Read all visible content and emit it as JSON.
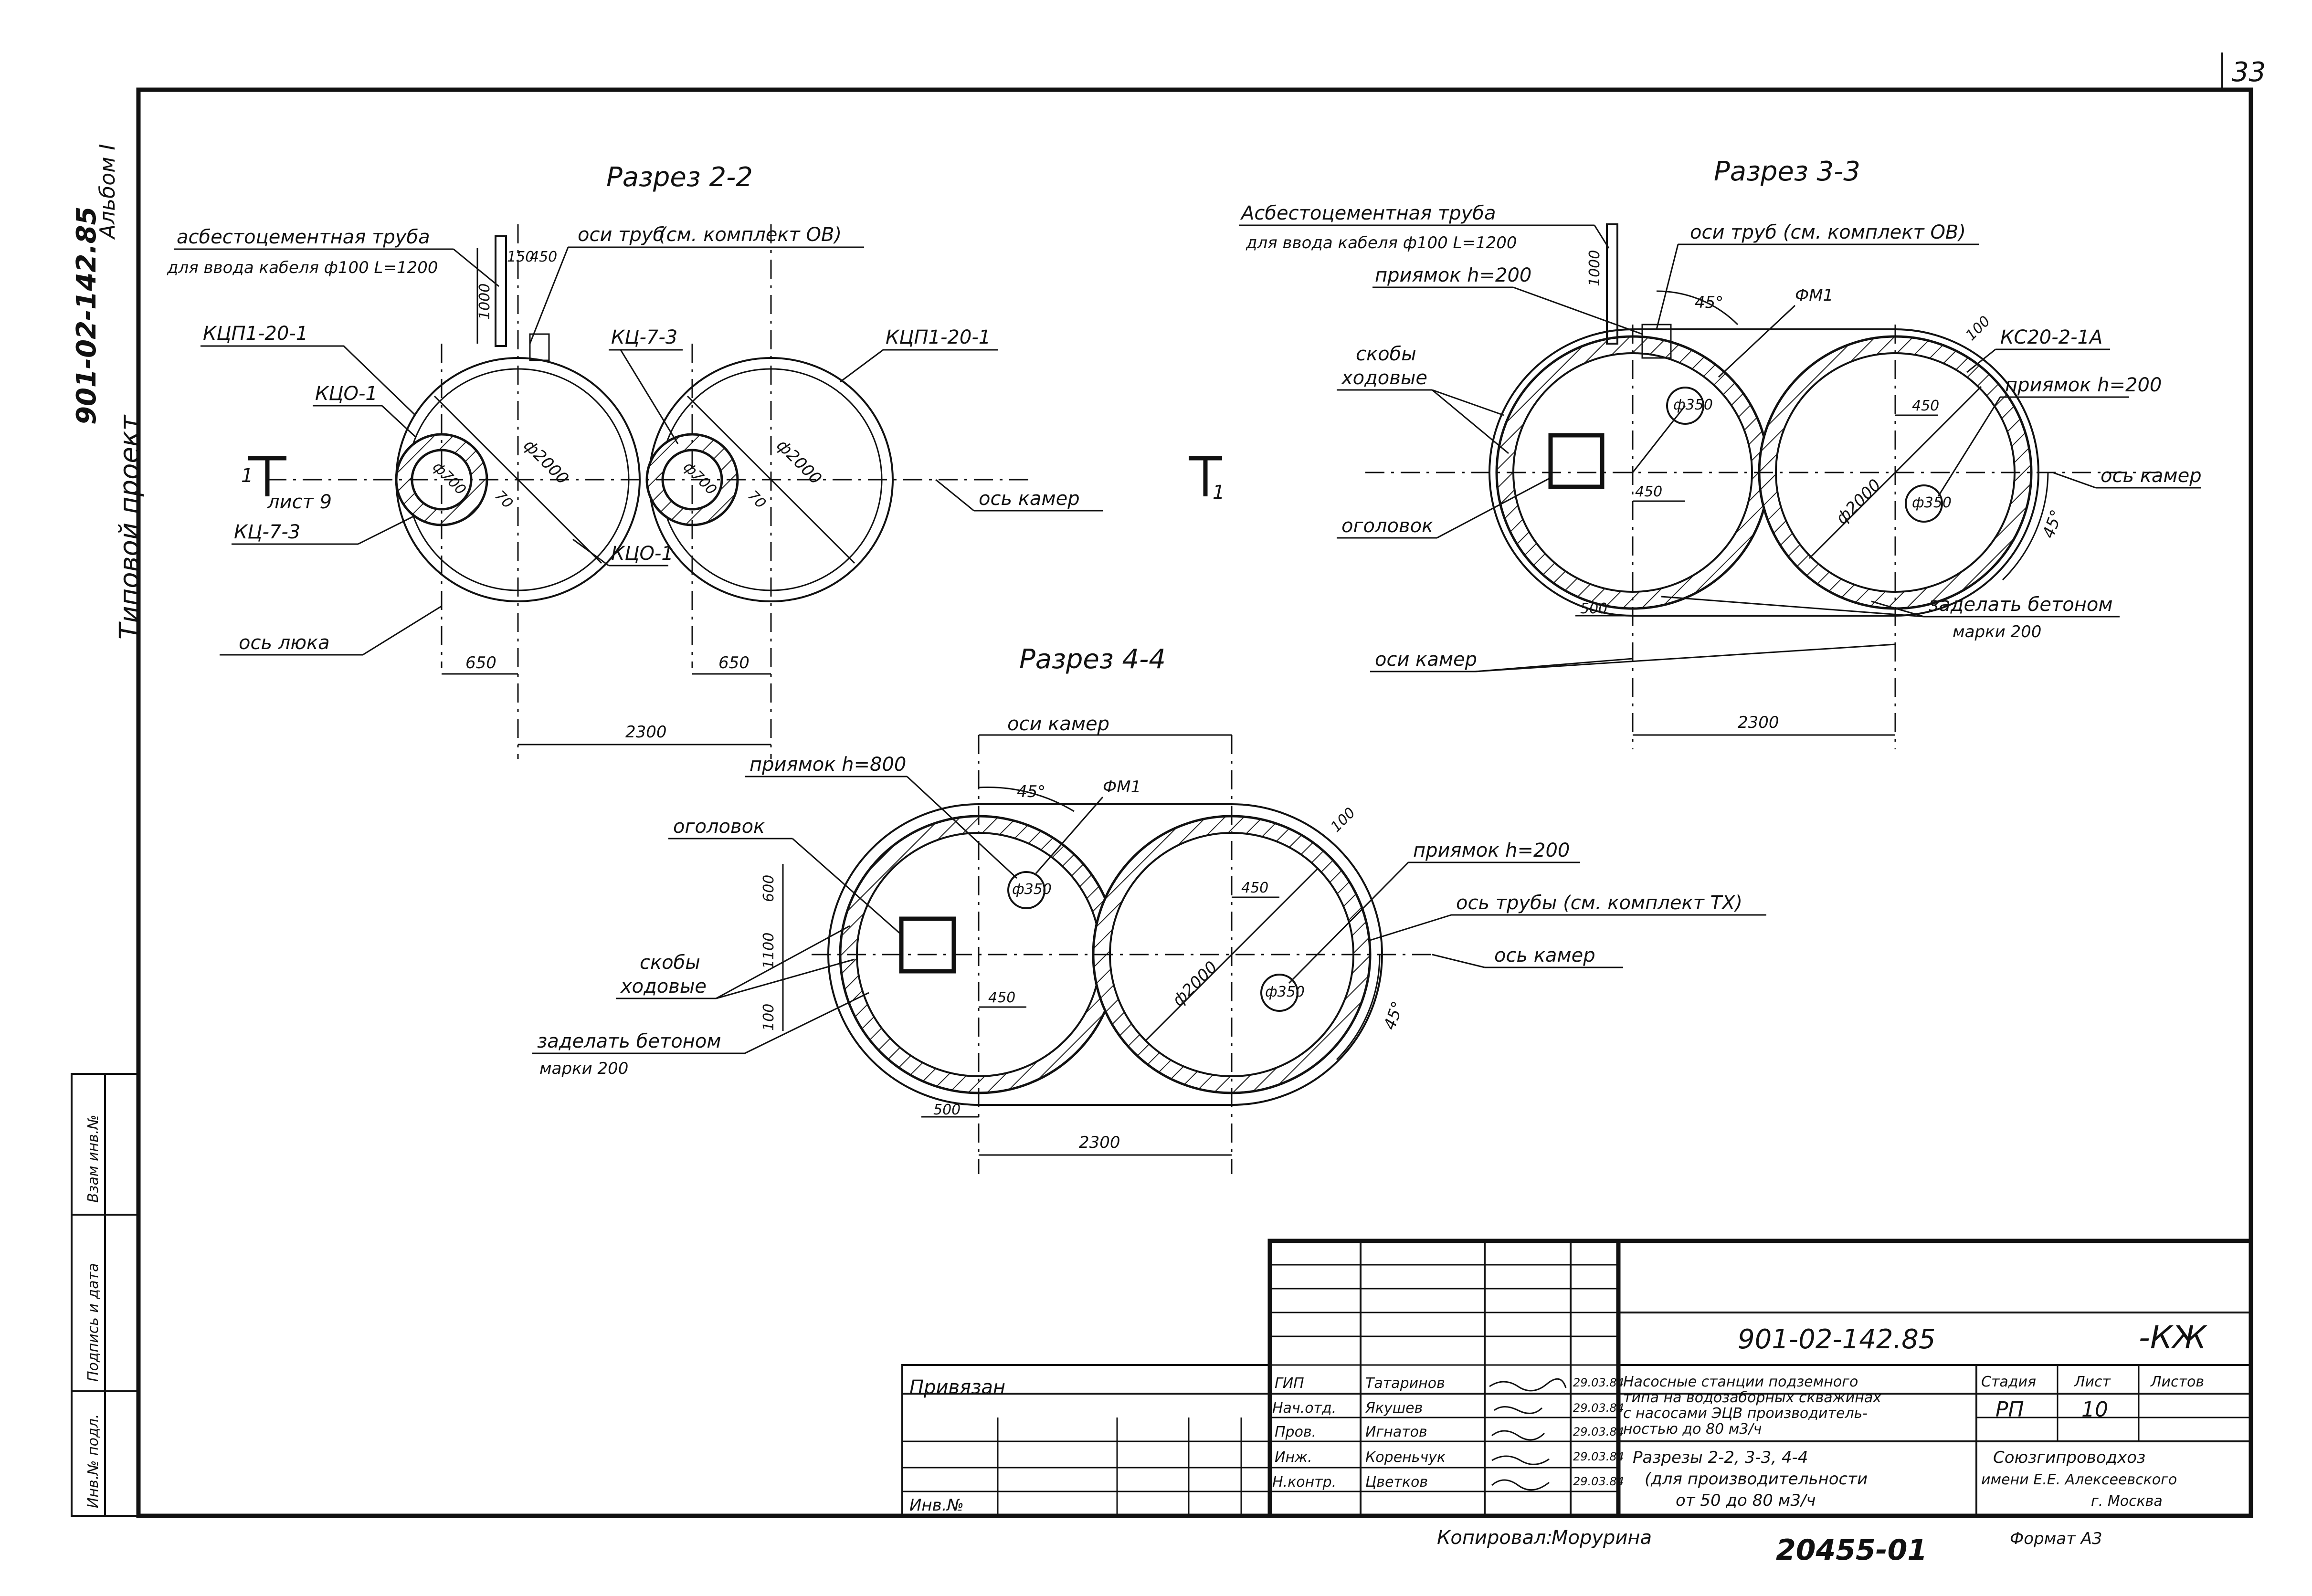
{
  "page_number": "33",
  "side": {
    "album": "Альбом I",
    "code": "901-02-142.85",
    "type": "Типовой проект"
  },
  "left_stamp": {
    "inv_orig": "Инв.№ подл.",
    "sign_date": "Подпись и дата",
    "inv_replace": "Взам инв.№"
  },
  "section_2": {
    "title": "Разрез 2-2",
    "pipe_label_1": "асбестоцементная труба",
    "pipe_label_2": "для ввода кабеля ф100 L=1200",
    "axis_pipes": "оси труб",
    "see_set": "(см. комплект ОВ)",
    "d150": "150",
    "d450": "450",
    "d1000": "1000",
    "kcp_left": "КЦП1-20-1",
    "kc_middle": "КЦ-7-3",
    "kcp_right": "КЦП1-20-1",
    "kco_left": "КЦО-1",
    "dia_inner_left": "ф700",
    "dia_inner_right": "ф700",
    "dia_outer_left": "ф2000",
    "dia_outer_right": "ф2000",
    "d70_left": "70",
    "d70_right": "70",
    "sheet_ref_num": "1",
    "sheet_ref": "лист 9",
    "kc_bottom": "КЦ-7-3",
    "kco_bottom": "КЦО-1",
    "axis_chambers": "ось камер",
    "axis_hatch": "ось люка",
    "dim_650_left": "650",
    "dim_650_right": "650",
    "dim_2300": "2300",
    "sheet_ref_right": "1"
  },
  "section_3": {
    "title": "Разрез 3-3",
    "pipe_label_1": "Асбестоцементная труба",
    "pipe_label_2": "для ввода кабеля ф100 L=1200",
    "axis_pipes": "оси труб (см. комплект ОВ)",
    "d1000": "1000",
    "pit": "приямок h=200",
    "angle_45_top": "45°",
    "fm1": "ФМ1",
    "kc": "КС20-2-1А",
    "d100": "100",
    "ladder_1": "скобы",
    "ladder_2": "ходовые",
    "d450_top": "450",
    "pit_right": "приямок h=200",
    "d350_left": "ф350",
    "d350_right": "ф350",
    "d450_bottom": "450",
    "dia_outer": "ф2000",
    "axis_chambers": "ось камер",
    "angle_45_right": "45°",
    "head": "оголовок",
    "d500": "500",
    "concrete_1": "заделать бетоном",
    "concrete_2": "марки 200",
    "axes_chambers": "оси камер",
    "dim_2300": "2300"
  },
  "section_4": {
    "title": "Разрез 4-4",
    "axes_chambers": "оси камер",
    "pit_top": "приямок h=800",
    "angle_45": "45°",
    "fm1": "ФМ1",
    "head": "оголовок",
    "d100_top": "100",
    "d350_left": "ф350",
    "d450_top": "450",
    "pit_right": "приямок h=200",
    "pipe_axis": "ось трубы (см. комплект ТХ)",
    "ladder_1": "скобы",
    "ladder_2": "ходовые",
    "d600": "600",
    "d1100": "1100",
    "dia_outer": "ф2000",
    "axis_chambers": "ось камер",
    "d350_right": "ф350",
    "d450_bottom": "450",
    "angle_45_right": "45°",
    "d100_left": "100",
    "concrete_1": "заделать бетоном",
    "concrete_2": "марки 200",
    "d500": "500",
    "dim_2300": "2300"
  },
  "title_block": {
    "doc_code": "901-02-142.85",
    "mark": "-КЖ",
    "bound": "Привязан",
    "inv_no": "Инв.№",
    "roles": [
      "ГИП",
      "Нач.отд.",
      "Пров.",
      "Инж.",
      "Н.контр."
    ],
    "names": [
      "Татаринов",
      "Якушев",
      "Игнатов",
      "Кореньчук",
      "Цветков"
    ],
    "dates": [
      "29.03.84",
      "29.03.84",
      "29.03.84",
      "29.03.84",
      "29.03.84"
    ],
    "description": [
      "Насосные станции подземного",
      "типа на водозаборных скважинах",
      "с насосами ЭЦВ производитель-",
      "ностью до 80 м3/ч"
    ],
    "sheet_title": [
      "Разрезы 2-2, 3-3, 4-4",
      "(для производительности",
      "от 50 до 80 м3/ч"
    ],
    "stage_h": "Стадия",
    "sheet_h": "Лист",
    "sheets_h": "Листов",
    "stage": "РП",
    "sheet": "10",
    "org": [
      "Союзгипроводхоз",
      "имени Е.Е. Алексеевского",
      "г. Москва"
    ]
  },
  "footer": {
    "copied_label": "Копировал:",
    "copied_name": "Морурина",
    "archive_no": "20455-01",
    "format": "Формат А3"
  }
}
